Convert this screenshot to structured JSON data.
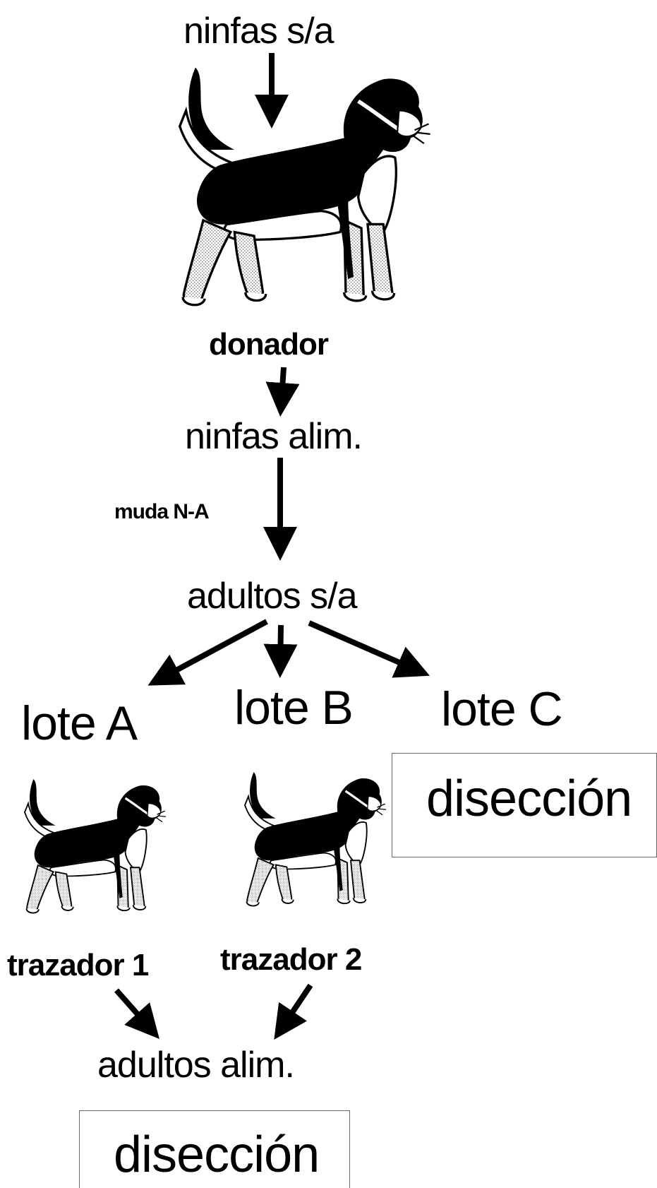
{
  "diagram": {
    "top_label": "ninfas s/a",
    "donor_label": "donador",
    "fed_nymphs_label": "ninfas alim.",
    "molt_label": "muda N-A",
    "unfed_adults_label": "adultos s/a",
    "lot_a_label": "lote A",
    "lot_b_label": "lote B",
    "lot_c_label": "lote C",
    "dissection_right_label": "disección",
    "tracer_1_label": "trazador 1",
    "tracer_2_label": "trazador 2",
    "fed_adults_label": "adultos alim.",
    "dissection_bottom_label": "disección"
  },
  "icons": {
    "donor": "dog-icon",
    "tracer_1": "dog-icon",
    "tracer_2": "dog-icon"
  },
  "colors": {
    "ink": "#000000",
    "background": "#ffffff",
    "box_border": "#666666"
  }
}
